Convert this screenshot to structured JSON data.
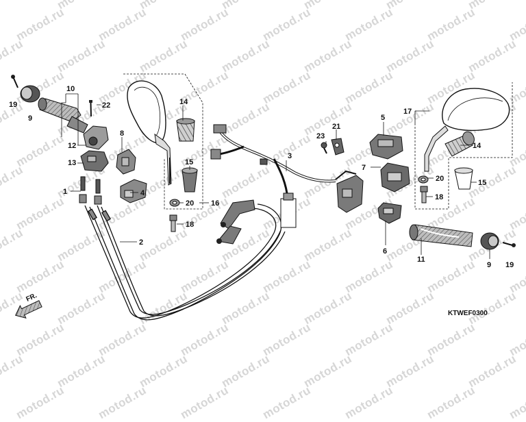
{
  "watermark": "motod.ru",
  "diagram_code": "KTWEF0300",
  "direction_label": "FR.",
  "callouts": {
    "c1": "1",
    "c2": "2",
    "c3": "3",
    "c4": "4",
    "c5": "5",
    "c6": "6",
    "c7": "7",
    "c8": "8",
    "c9a": "9",
    "c9b": "9",
    "c10": "10",
    "c11": "11",
    "c12": "12",
    "c13": "13",
    "c14a": "14",
    "c14b": "14",
    "c15a": "15",
    "c15b": "15",
    "c16": "16",
    "c17": "17",
    "c18a": "18",
    "c18b": "18",
    "c19a": "19",
    "c19b": "19",
    "c20a": "20",
    "c20b": "20",
    "c21": "21",
    "c22": "22",
    "c23": "23"
  },
  "colors": {
    "line": "#111111",
    "shade": "#9a9a9a",
    "light": "#d8d8d8",
    "watermark": "#d6d6d6"
  }
}
